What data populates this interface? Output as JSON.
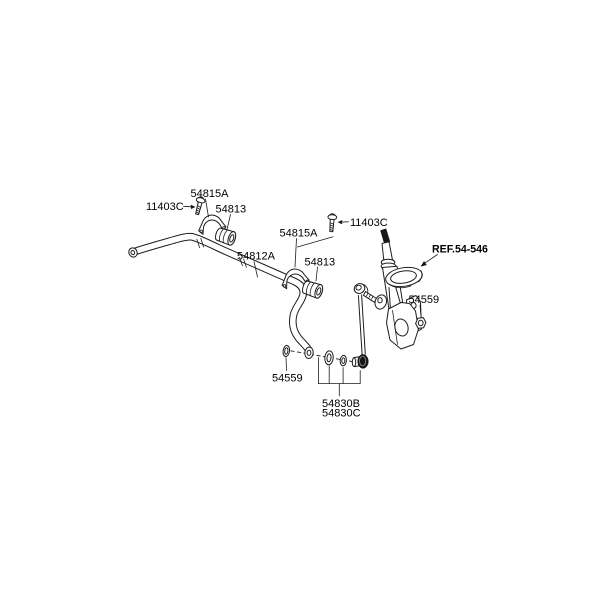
{
  "diagram": {
    "background": "#ffffff",
    "ink": "#1d1d1d",
    "parts": {
      "upper_cluster": {
        "bracket": "54815A",
        "bolt": "11403C",
        "bushing": "54813"
      },
      "stabilizer_bar": "54812A",
      "lower_cluster": {
        "bracket": "54815A",
        "bolt": "11403C",
        "bushing": "54813"
      },
      "strut_reference": "REF.54-546",
      "strut_nut": "54559",
      "bar_end_washer": "54559",
      "link_labels": {
        "primary": "54830B",
        "secondary": "54830C"
      }
    }
  }
}
